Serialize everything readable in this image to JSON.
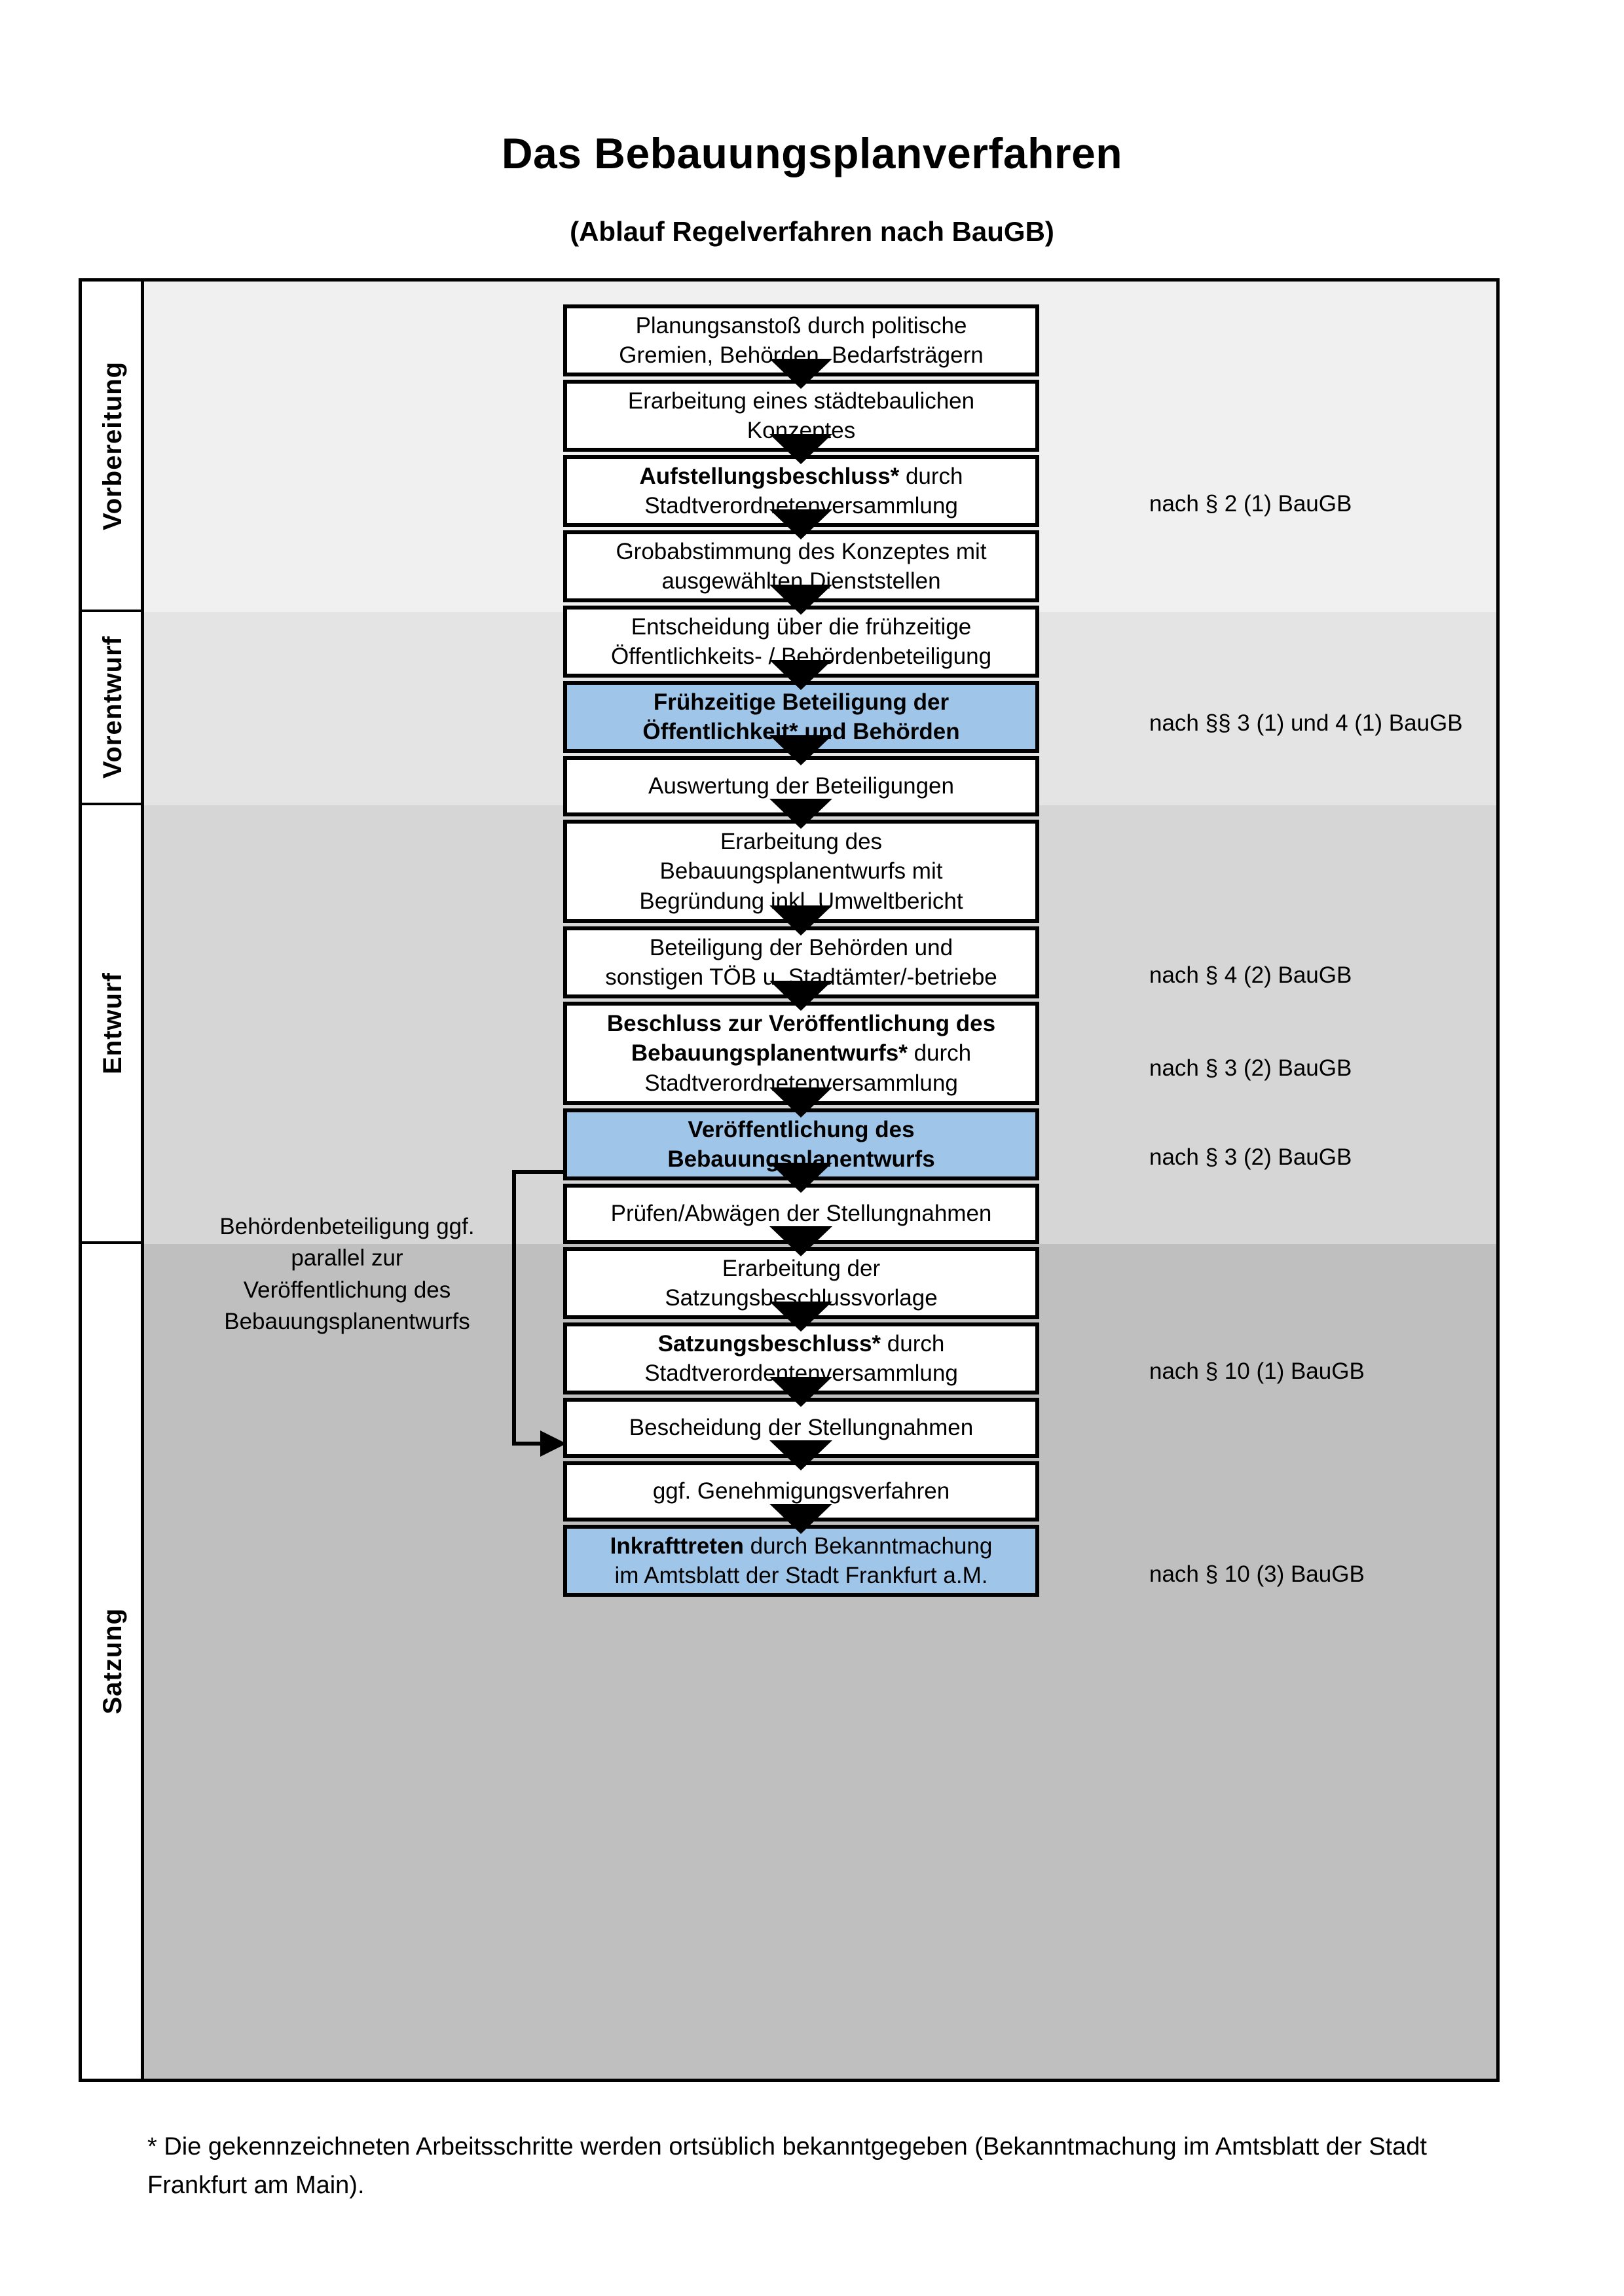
{
  "header": {
    "title": "Das Bebauungsplanverfahren",
    "subtitle": "(Ablauf Regelverfahren nach BauGB)"
  },
  "phases": [
    {
      "label": "Vorbereitung"
    },
    {
      "label": "Vorentwurf"
    },
    {
      "label": "Entwurf"
    },
    {
      "label": "Satzung"
    }
  ],
  "side_note": {
    "text": "Behördenbeteiligung ggf. parallel zur Veröffentlichung des Bebauungsplanentwurfs"
  },
  "steps": [
    {
      "id": "planungsanstoss",
      "phase": "Vorbereitung",
      "highlight": false,
      "lines": [
        {
          "text": "Planungsanstoß durch politische",
          "bold": false
        },
        {
          "text": "Gremien, Behörden, Bedarfsträgern",
          "bold": false
        }
      ]
    },
    {
      "id": "staedtebauliches-konzept",
      "phase": "Vorbereitung",
      "highlight": false,
      "lines": [
        {
          "text": "Erarbeitung eines städtebaulichen",
          "bold": false
        },
        {
          "text": "Konzeptes",
          "bold": false
        }
      ]
    },
    {
      "id": "aufstellungsbeschluss",
      "phase": "Vorbereitung",
      "highlight": false,
      "lines": [
        {
          "text": "Aufstellungsbeschluss*",
          "bold": true,
          "suffix": " durch"
        },
        {
          "text": "Stadtverordnetenversammlung",
          "bold": false
        }
      ]
    },
    {
      "id": "grobabstimmung",
      "phase": "Vorentwurf",
      "highlight": false,
      "lines": [
        {
          "text": "Grobabstimmung des Konzeptes mit",
          "bold": false
        },
        {
          "text": "ausgewählten Dienststellen",
          "bold": false
        }
      ]
    },
    {
      "id": "entscheidung-fruehzeitige-beteiligung",
      "phase": "Vorentwurf",
      "highlight": false,
      "lines": [
        {
          "text": "Entscheidung über die frühzeitige",
          "bold": false
        },
        {
          "text": "Öffentlichkeits- / Behördenbeteiligung",
          "bold": false
        }
      ]
    },
    {
      "id": "fruehzeitige-beteiligung",
      "phase": "Vorentwurf",
      "highlight": true,
      "lines": [
        {
          "text": "Frühzeitige Beteiligung der",
          "bold": true
        },
        {
          "text": "Öffentlichkeit* und Behörden",
          "bold": true
        }
      ]
    },
    {
      "id": "auswertung-beteiligungen",
      "phase": "Entwurf",
      "highlight": false,
      "lines": [
        {
          "text": "Auswertung der Beteiligungen",
          "bold": false
        }
      ]
    },
    {
      "id": "erarbeitung-bebauungsplanentwurf",
      "phase": "Entwurf",
      "highlight": false,
      "lines": [
        {
          "text": "Erarbeitung des",
          "bold": false
        },
        {
          "text": "Bebauungsplanentwurfs mit",
          "bold": false
        },
        {
          "text": "Begründung inkl. Umweltbericht",
          "bold": false
        }
      ]
    },
    {
      "id": "beteiligung-behoerden-toeb",
      "phase": "Entwurf",
      "highlight": false,
      "lines": [
        {
          "text": "Beteiligung der Behörden und",
          "bold": false
        },
        {
          "text": "sonstigen TÖB u. Stadtämter/-betriebe",
          "bold": false
        }
      ]
    },
    {
      "id": "beschluss-veroeffentlichung",
      "phase": "Entwurf",
      "highlight": false,
      "lines": [
        {
          "text": "Beschluss zur Veröffentlichung des",
          "bold": true
        },
        {
          "text": "Bebauungsplanentwurfs*",
          "bold": true,
          "suffix": " durch"
        },
        {
          "text": "Stadtverordnetenversammlung",
          "bold": false
        }
      ]
    },
    {
      "id": "veroeffentlichung-entwurf",
      "phase": "Entwurf",
      "highlight": true,
      "lines": [
        {
          "text": "Veröffentlichung des",
          "bold": true
        },
        {
          "text": "Bebauungsplanentwurfs",
          "bold": true
        }
      ]
    },
    {
      "id": "pruefen-abwaegen",
      "phase": "Satzung",
      "highlight": false,
      "lines": [
        {
          "text": "Prüfen/Abwägen der Stellungnahmen",
          "bold": false
        }
      ]
    },
    {
      "id": "erarbeitung-satzungsbeschlussvorlage",
      "phase": "Satzung",
      "highlight": false,
      "lines": [
        {
          "text": "Erarbeitung der",
          "bold": false
        },
        {
          "text": "Satzungsbeschlussvorlage",
          "bold": false
        }
      ]
    },
    {
      "id": "satzungsbeschluss",
      "phase": "Satzung",
      "highlight": false,
      "lines": [
        {
          "text": "Satzungsbeschluss*",
          "bold": true,
          "suffix": " durch"
        },
        {
          "text": "Stadtverordentenversammlung",
          "bold": false
        }
      ]
    },
    {
      "id": "bescheidung-stellungnahmen",
      "phase": "Satzung",
      "highlight": false,
      "lines": [
        {
          "text": "Bescheidung der Stellungnahmen",
          "bold": false
        }
      ]
    },
    {
      "id": "genehmigungsverfahren",
      "phase": "Satzung",
      "highlight": false,
      "lines": [
        {
          "text": "ggf. Genehmigungsverfahren",
          "bold": false
        }
      ]
    },
    {
      "id": "inkrafttreten",
      "phase": "Satzung",
      "highlight": true,
      "lines": [
        {
          "text": "Inkrafttreten",
          "bold": true,
          "suffix": " durch Bekanntmachung"
        },
        {
          "text": "im Amtsblatt der Stadt Frankfurt a.M.",
          "bold": false
        }
      ]
    }
  ],
  "legal_refs": [
    {
      "id": "ref-aufstellungsbeschluss",
      "text": "nach § 2 (1) BauGB"
    },
    {
      "id": "ref-fruehzeitige-beteiligung",
      "text": "nach §§ 3 (1) und 4 (1) BauGB"
    },
    {
      "id": "ref-behoerdenbeteiligung",
      "text": "nach § 4 (2) BauGB"
    },
    {
      "id": "ref-beschluss-veroeffentlichung",
      "text": "nach § 3 (2) BauGB"
    },
    {
      "id": "ref-veroeffentlichung",
      "text": "nach § 3 (2) BauGB"
    },
    {
      "id": "ref-satzungsbeschluss",
      "text": "nach § 10 (1) BauGB"
    },
    {
      "id": "ref-inkrafttreten",
      "text": "nach § 10 (3) BauGB"
    }
  ],
  "footnote": {
    "text": "* Die gekennzeichneten Arbeitsschritte werden ortsüblich bekanntgegeben (Bekanntmachung im Amtsblatt  der Stadt Frankfurt am Main)."
  },
  "colors": {
    "highlight_box": "#9FC5E8",
    "band_vorbereitung": "#F0F0F0",
    "band_vorentwurf": "#E4E4E4",
    "band_entwurf": "#D6D6D6",
    "band_satzung": "#BFBFBF",
    "outline": "#000000"
  }
}
